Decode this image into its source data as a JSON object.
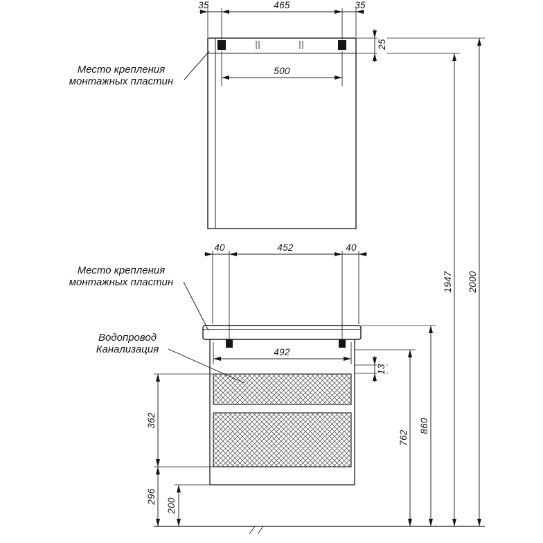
{
  "drawing": {
    "ink_color": "#1c1c1c",
    "labels": {
      "mount_top_line1": "Место крепления",
      "mount_top_line2": "монтажных пластин",
      "mount_bottom_line1": "Место крепления",
      "mount_bottom_line2": "монтажных пластин",
      "plumbing_line1": "Водопровод",
      "plumbing_line2": "Канализация"
    },
    "dimensions": {
      "mirror_offset_left": "35",
      "mirror_plate_spacing": "465",
      "mirror_offset_right": "35",
      "mirror_top_inset": "25",
      "mirror_plate_width": "500",
      "vanity_offset_left": "40",
      "vanity_plate_spacing": "452",
      "vanity_offset_right": "40",
      "vanity_inner_width": "492",
      "drawer_gap": "13",
      "drawer_zone_height": "362",
      "clearance_296": "296",
      "clearance_200": "200",
      "height_762": "762",
      "height_860": "860",
      "height_1947": "1947",
      "height_2000": "2000"
    }
  }
}
